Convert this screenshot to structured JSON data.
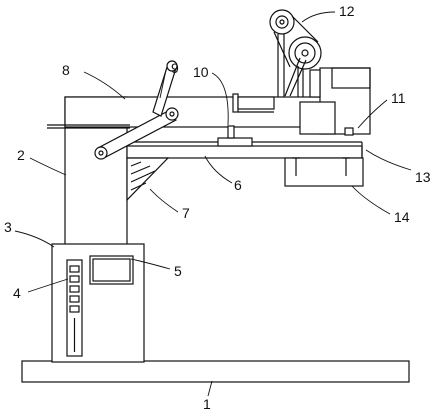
{
  "callouts": [
    {
      "id": "1",
      "label": "1"
    },
    {
      "id": "2",
      "label": "2"
    },
    {
      "id": "3",
      "label": "3"
    },
    {
      "id": "4",
      "label": "4"
    },
    {
      "id": "5",
      "label": "5"
    },
    {
      "id": "6",
      "label": "6"
    },
    {
      "id": "7",
      "label": "7"
    },
    {
      "id": "8",
      "label": "8"
    },
    {
      "id": "9",
      "label": "9"
    },
    {
      "id": "10",
      "label": "10"
    },
    {
      "id": "11",
      "label": "11"
    },
    {
      "id": "12",
      "label": "12"
    },
    {
      "id": "13",
      "label": "13"
    },
    {
      "id": "14",
      "label": "14"
    }
  ],
  "colors": {
    "line": "#111111",
    "fill": "#ffffff"
  }
}
